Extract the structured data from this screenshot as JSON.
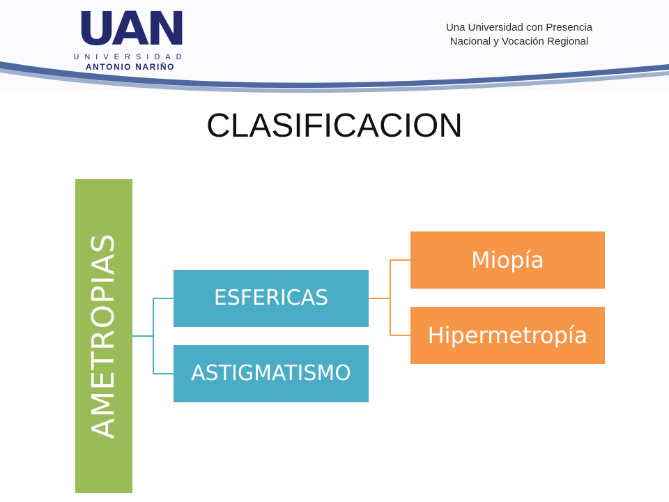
{
  "header": {
    "logo_main": "UAN",
    "logo_university": "UNIVERSIDAD",
    "logo_name": "ANTONIO NARIÑO",
    "tagline_line1": "Una Universidad con Presencia",
    "tagline_line2": "Nacional y Vocación Regional"
  },
  "title": "CLASIFICACION",
  "diagram": {
    "root": "AMETROPIAS",
    "level1": {
      "esfericas": "ESFERICAS",
      "astigmatismo": "ASTIGMATISMO"
    },
    "level2": {
      "miopia": "Miopía",
      "hipermetropia": "Hipermetropía"
    }
  },
  "colors": {
    "root": "#9bbb59",
    "level1": "#4bacc6",
    "level2": "#f79646",
    "brand_navy": "#232a6e"
  }
}
